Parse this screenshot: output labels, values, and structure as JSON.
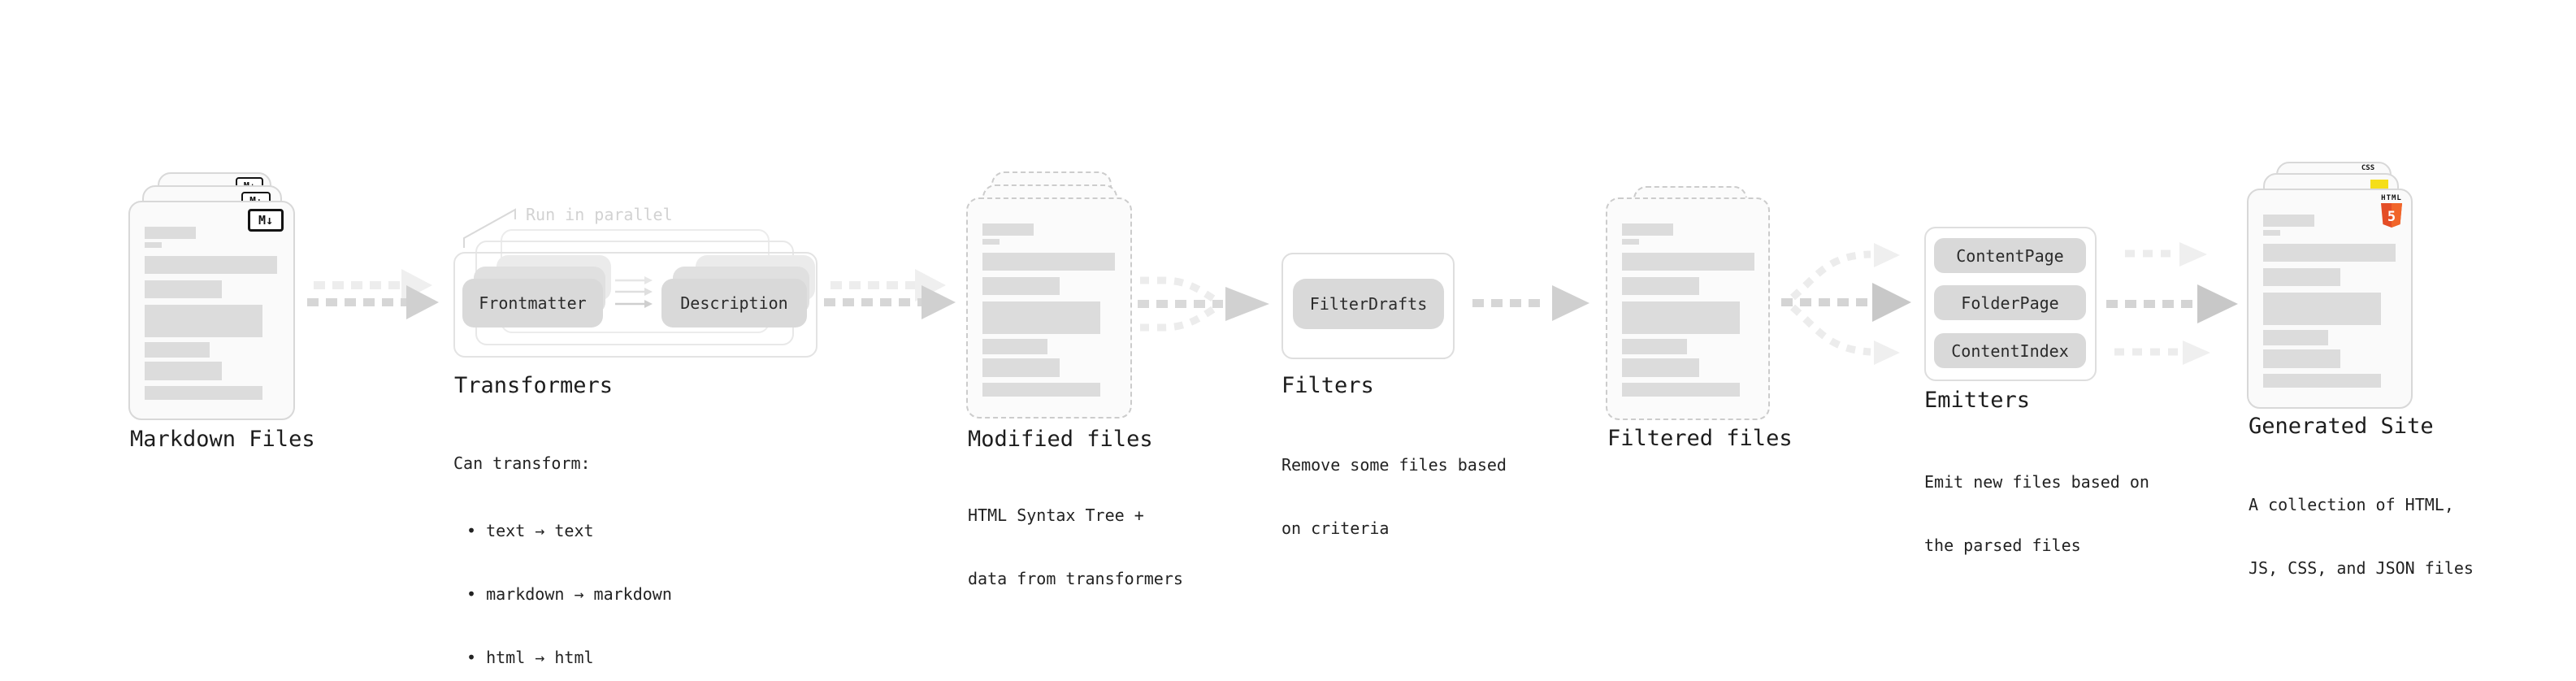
{
  "stages": {
    "markdown_files": {
      "title": "Markdown Files",
      "badge": "M↓"
    },
    "transformers": {
      "annotation": "Run in parallel",
      "pill_left": "Frontmatter",
      "pill_right": "Description",
      "title": "Transformers",
      "caption": "Can transform:",
      "bullets": [
        "• text → text",
        "• markdown → markdown",
        "• html → html"
      ]
    },
    "modified_files": {
      "title": "Modified files",
      "subtitle": [
        "HTML Syntax Tree +",
        "data from transformers"
      ]
    },
    "filters": {
      "title": "Filters",
      "pill": "FilterDrafts",
      "subtitle": [
        "Remove some files based",
        "on criteria"
      ]
    },
    "filtered_files": {
      "title": "Filtered files"
    },
    "emitters": {
      "title": "Emitters",
      "pills": [
        "ContentPage",
        "FolderPage",
        "ContentIndex"
      ],
      "subtitle": [
        "Emit new files based on",
        "the parsed files"
      ]
    },
    "generated_site": {
      "title": "Generated Site",
      "subtitle": [
        "A collection of HTML,",
        "JS, CSS, and JSON files"
      ],
      "badges": {
        "css_label": "CSS",
        "html_label": "HTML",
        "html_number": "5"
      }
    }
  },
  "colors": {
    "background": "#ffffff",
    "card_fill": "#fafafa",
    "card_border": "#d8d8d8",
    "dashed_border": "#cccccc",
    "placeholder_line": "#dcdcdc",
    "pill_fill": "#d9d9d9",
    "pill_text": "#2b2b2b",
    "title_text": "#1d1d1d",
    "annotation_text": "#d2d2d2",
    "arrow_dark": "#d6d6d6",
    "arrow_light": "#ededed",
    "markdown_badge": "#131313",
    "html5_orange": "#e44d26",
    "html5_orange_light": "#f16529",
    "js_yellow": "#f5de19",
    "css_blue": "#2d72f0"
  }
}
